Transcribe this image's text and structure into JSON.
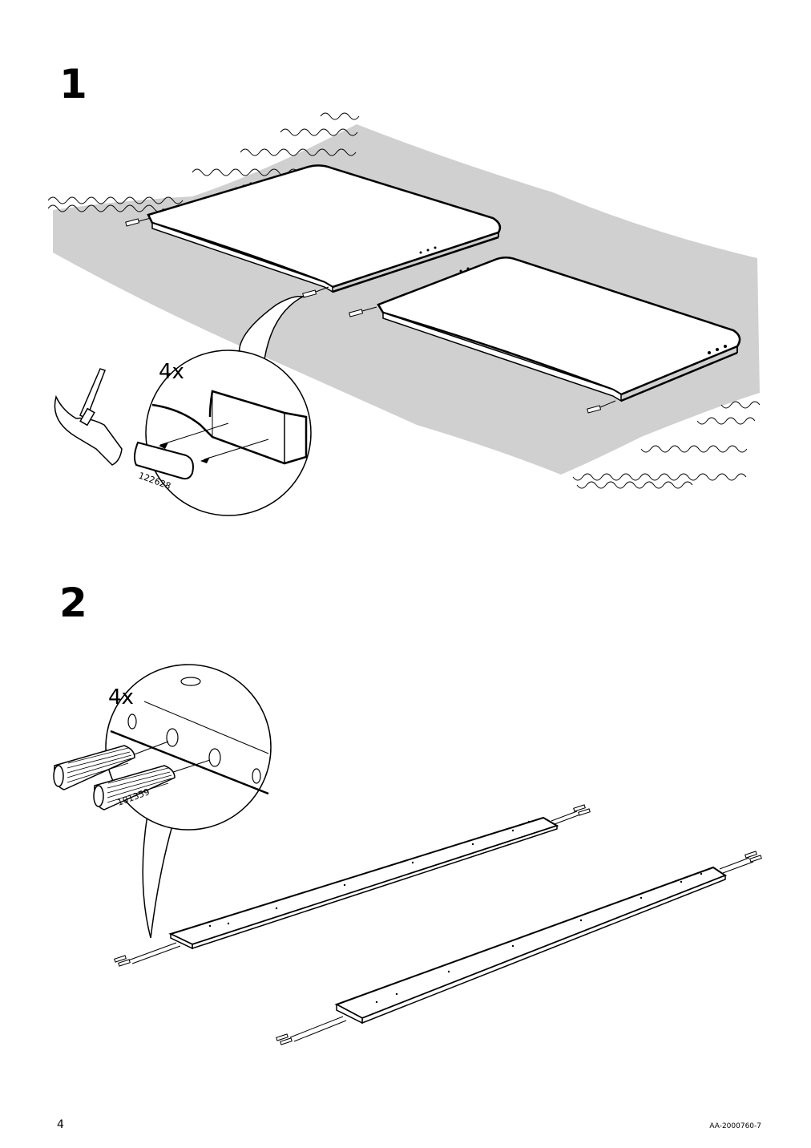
{
  "steps": [
    {
      "number": "1",
      "quantity": "4x",
      "part_number": "122628"
    },
    {
      "number": "2",
      "quantity": "4x",
      "part_number": "101359"
    }
  ],
  "footer": {
    "page_number": "4",
    "document_code": "AA-2000760-7"
  },
  "icons": [
    "hammer-icon",
    "peg-icon",
    "dowel-icon"
  ],
  "colors": {
    "ink": "#000000",
    "floor_mat": "#d0d0d0",
    "paper": "#ffffff"
  }
}
